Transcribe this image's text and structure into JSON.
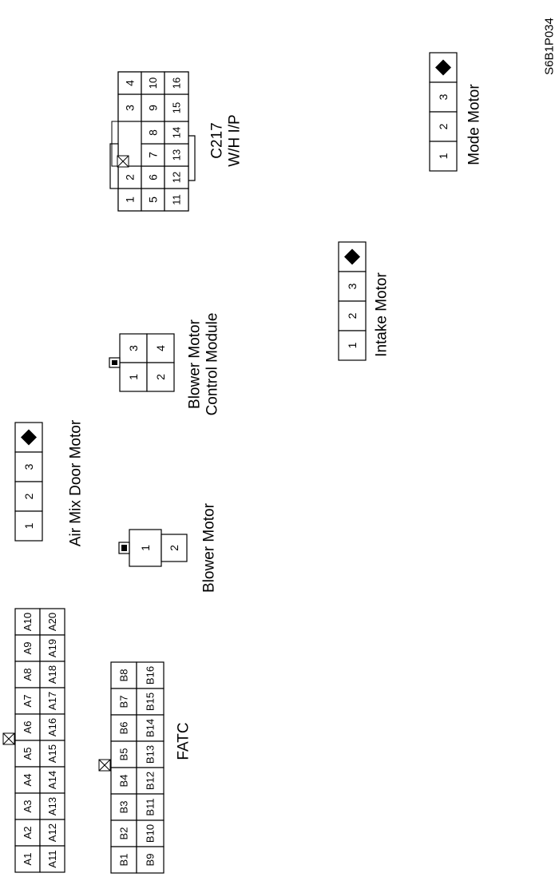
{
  "figure_code": "S6B1P034",
  "connectors": {
    "mode_motor": {
      "label": "Mode Motor",
      "pins": [
        "1",
        "2",
        "3"
      ]
    },
    "intake_motor": {
      "label": "Intake Motor",
      "pins": [
        "1",
        "2",
        "3"
      ]
    },
    "air_mix": {
      "label": "Air Mix Door Motor",
      "pins": [
        "1",
        "2",
        "3"
      ]
    },
    "blower_control": {
      "label_line1": "Blower Motor",
      "label_line2": "Control Module",
      "pins": [
        "1",
        "2",
        "3",
        "4"
      ]
    },
    "blower_motor": {
      "label": "Blower Motor",
      "pins": [
        "1",
        "2"
      ]
    },
    "c217": {
      "label_line1": "C217",
      "label_line2": "W/H I/P",
      "pins": [
        "1",
        "2",
        "3",
        "4",
        "5",
        "6",
        "7",
        "8",
        "9",
        "10",
        "11",
        "12",
        "13",
        "14",
        "15",
        "16"
      ]
    },
    "fatc": {
      "label": "FATC",
      "a_top": [
        "A1",
        "A2",
        "A3",
        "A4",
        "A5",
        "A6",
        "A7",
        "A8",
        "A9",
        "A10"
      ],
      "a_bottom": [
        "A11",
        "A12",
        "A13",
        "A14",
        "A15",
        "A16",
        "A17",
        "A18",
        "A19",
        "A20"
      ],
      "b_top": [
        "B1",
        "B2",
        "B3",
        "B4",
        "B5",
        "B6",
        "B7",
        "B8"
      ],
      "b_bottom": [
        "B9",
        "B10",
        "B11",
        "B12",
        "B13",
        "B14",
        "B15",
        "B16"
      ]
    }
  }
}
